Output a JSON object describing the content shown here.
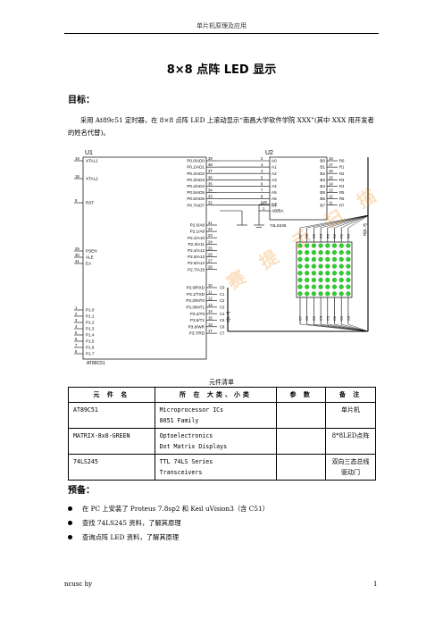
{
  "header": "单片机原理及应用",
  "title": "8×8 点阵 LED 显示",
  "goal_heading": "目标：",
  "goal_text": "采用 At89c51 定时器，在 8×8 点阵 LED 上滚动显示“南昌大学软件学院 XXX”(其中 XXX 用开发者的姓名代替)。",
  "schematic": {
    "u1": {
      "ref": "U1",
      "part": "AT89C51",
      "left_pins": [
        {
          "num": "19",
          "name": "XTAL1"
        },
        {
          "num": "18",
          "name": "XTAL2"
        },
        {
          "num": "9",
          "name": "RST"
        },
        {
          "num": "29",
          "name": "PSEN"
        },
        {
          "num": "30",
          "name": "ALE"
        },
        {
          "num": "31",
          "name": "EA"
        },
        {
          "num": "1",
          "name": "P1.0"
        },
        {
          "num": "2",
          "name": "P1.1"
        },
        {
          "num": "3",
          "name": "P1.2"
        },
        {
          "num": "4",
          "name": "P1.3"
        },
        {
          "num": "5",
          "name": "P1.4"
        },
        {
          "num": "6",
          "name": "P1.5"
        },
        {
          "num": "7",
          "name": "P1.6"
        },
        {
          "num": "8",
          "name": "P1.7"
        }
      ],
      "right_pins": [
        {
          "num": "39",
          "name": "P0.0/AD0"
        },
        {
          "num": "38",
          "name": "P0.1/AD1"
        },
        {
          "num": "37",
          "name": "P0.2/AD2"
        },
        {
          "num": "36",
          "name": "P0.3/AD3"
        },
        {
          "num": "35",
          "name": "P0.4/AD4"
        },
        {
          "num": "34",
          "name": "P0.5/AD5"
        },
        {
          "num": "33",
          "name": "P0.6/AD6"
        },
        {
          "num": "32",
          "name": "P0.7/AD7"
        },
        {
          "num": "21",
          "name": "P2.0/A8"
        },
        {
          "num": "22",
          "name": "P2.1/A9"
        },
        {
          "num": "23",
          "name": "P2.2/A10"
        },
        {
          "num": "24",
          "name": "P2.3/A11"
        },
        {
          "num": "25",
          "name": "P2.4/A12"
        },
        {
          "num": "26",
          "name": "P2.5/A13"
        },
        {
          "num": "27",
          "name": "P2.6/A14"
        },
        {
          "num": "28",
          "name": "P2.7/A15"
        },
        {
          "num": "10",
          "name": "P3.0/RXD"
        },
        {
          "num": "11",
          "name": "P3.1/TXD"
        },
        {
          "num": "12",
          "name": "P3.2/INT0"
        },
        {
          "num": "13",
          "name": "P3.3/INT1"
        },
        {
          "num": "14",
          "name": "P3.4/T0"
        },
        {
          "num": "15",
          "name": "P3.5/T1"
        },
        {
          "num": "16",
          "name": "P3.6/WR"
        },
        {
          "num": "17",
          "name": "P3.7/RD"
        }
      ],
      "p3_nets": [
        "C0",
        "C1",
        "C2",
        "C3",
        "C4",
        "C5",
        "C6",
        "C7"
      ]
    },
    "u2": {
      "ref": "U2",
      "part": "74LS245",
      "a_pins": [
        {
          "num": "2",
          "name": "A0"
        },
        {
          "num": "3",
          "name": "A1"
        },
        {
          "num": "4",
          "name": "A2"
        },
        {
          "num": "5",
          "name": "A3"
        },
        {
          "num": "6",
          "name": "A4"
        },
        {
          "num": "7",
          "name": "A5"
        },
        {
          "num": "8",
          "name": "A6"
        },
        {
          "num": "9",
          "name": "A7"
        }
      ],
      "b_pins": [
        {
          "num": "18",
          "name": "B0"
        },
        {
          "num": "17",
          "name": "B1"
        },
        {
          "num": "16",
          "name": "B2"
        },
        {
          "num": "15",
          "name": "B3"
        },
        {
          "num": "14",
          "name": "B4"
        },
        {
          "num": "13",
          "name": "B5"
        },
        {
          "num": "12",
          "name": "B6"
        },
        {
          "num": "11",
          "name": "B7"
        }
      ],
      "ctrl_pins": [
        {
          "num": "19",
          "name": "CE"
        },
        {
          "num": "1",
          "name": "AB/BA"
        }
      ],
      "r_nets": [
        "R0",
        "R1",
        "R2",
        "R3",
        "R4",
        "R5",
        "R6",
        "R7"
      ]
    },
    "matrix_cols": [
      "C7",
      "C6",
      "C5",
      "C4",
      "C3",
      "C2",
      "C1",
      "C0"
    ],
    "matrix_rows": [
      "R7",
      "R6",
      "R5",
      "R4",
      "R3",
      "R2",
      "R1",
      "R0"
    ],
    "bus_label": "R[0..7]",
    "bus_label2": "C[0..7]"
  },
  "stamp_text": "赛 提 示 扫 描",
  "bom_caption": "元件清单",
  "bom_headers": [
    "元 件 名",
    "所 在 大类、小类",
    "参 数",
    "备 注"
  ],
  "bom_rows": [
    {
      "name": "AT89C51",
      "cat1": "Microprocessor ICs",
      "cat2": "8051 Family",
      "param": "",
      "note": "单片机"
    },
    {
      "name": "MATRIX-8x8-GREEN",
      "cat1": "Optoelectronics",
      "cat2": "Dot Matrix Displays",
      "param": "",
      "note": "8*8LED点阵"
    },
    {
      "name": "74LS245",
      "cat1": "TTL 74LS Series",
      "cat2": "Transceivers",
      "param": "",
      "note": "双向三态总线驱动门"
    }
  ],
  "prep_heading": "预备：",
  "prep_items": [
    "在 PC 上安装了 Proteus 7.8sp2 和 Keil uVision3（含 C51）",
    "查找 74LS245 资料，了解其原理",
    "查询点阵 LED 资料，了解其原理"
  ],
  "footer_left": "ncusc hy",
  "footer_right": "1"
}
